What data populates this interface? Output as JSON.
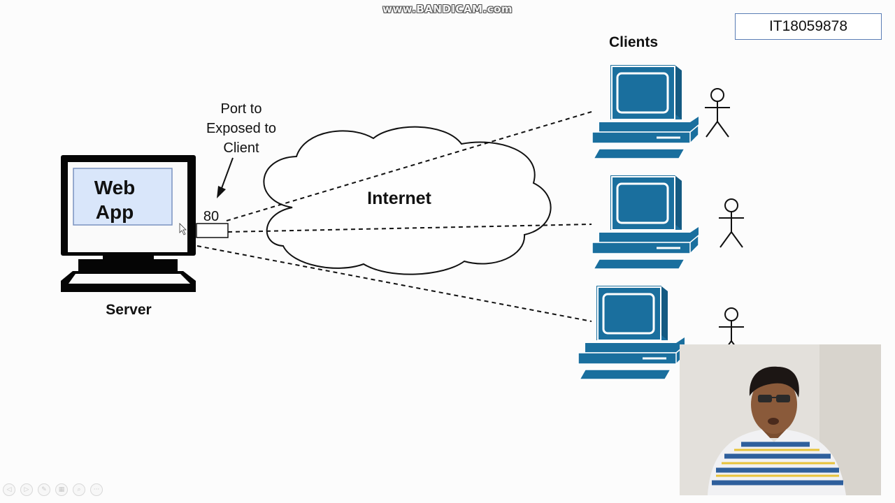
{
  "watermark": "www.BANDICAM.com",
  "student_id": "IT18059878",
  "diagram": {
    "app_label_line1": "Web",
    "app_label_line2": "App",
    "server_label": "Server",
    "port_caption_line1": "Port to",
    "port_caption_line2": "Exposed to",
    "port_caption_line3": "Client",
    "port_number": "80",
    "cloud_label": "Internet",
    "clients_label": "Clients",
    "client_count": 3,
    "client_color": "#1a6f9e",
    "connection_style": "dashed"
  },
  "webcam": {
    "description_icon": "presenter-webcam-feed"
  },
  "toolbar": {
    "buttons": [
      {
        "icon": "previous-icon",
        "glyph": "◁"
      },
      {
        "icon": "next-icon",
        "glyph": "▷"
      },
      {
        "icon": "pen-icon",
        "glyph": "✎"
      },
      {
        "icon": "slides-icon",
        "glyph": "▦"
      },
      {
        "icon": "zoom-icon",
        "glyph": "⌕"
      },
      {
        "icon": "more-icon",
        "glyph": "···"
      }
    ]
  }
}
